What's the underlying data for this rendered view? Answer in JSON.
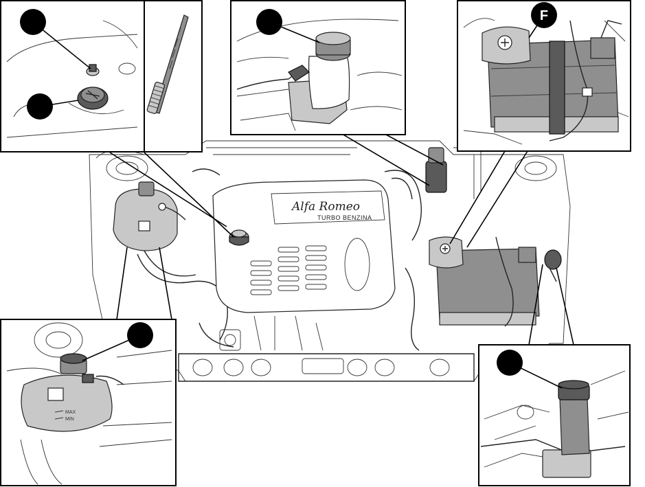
{
  "engine_cover": {
    "brand_script": "Alfa Romeo",
    "engine_label": "TURBO BENZINA"
  },
  "markers": [
    {
      "id": "dipstick",
      "label": ""
    },
    {
      "id": "oil-filler-cap",
      "label": ""
    },
    {
      "id": "brake-fluid-reservoir",
      "label": ""
    },
    {
      "id": "battery",
      "label": "F"
    },
    {
      "id": "coolant-reservoir",
      "label": ""
    },
    {
      "id": "washer-fluid-reservoir",
      "label": ""
    }
  ],
  "coolant_levels": {
    "max": "MAX",
    "min": "MIN"
  },
  "colors": {
    "marker": "#000000",
    "line_art": "#222222",
    "component_fill": "#8f8f8f"
  }
}
